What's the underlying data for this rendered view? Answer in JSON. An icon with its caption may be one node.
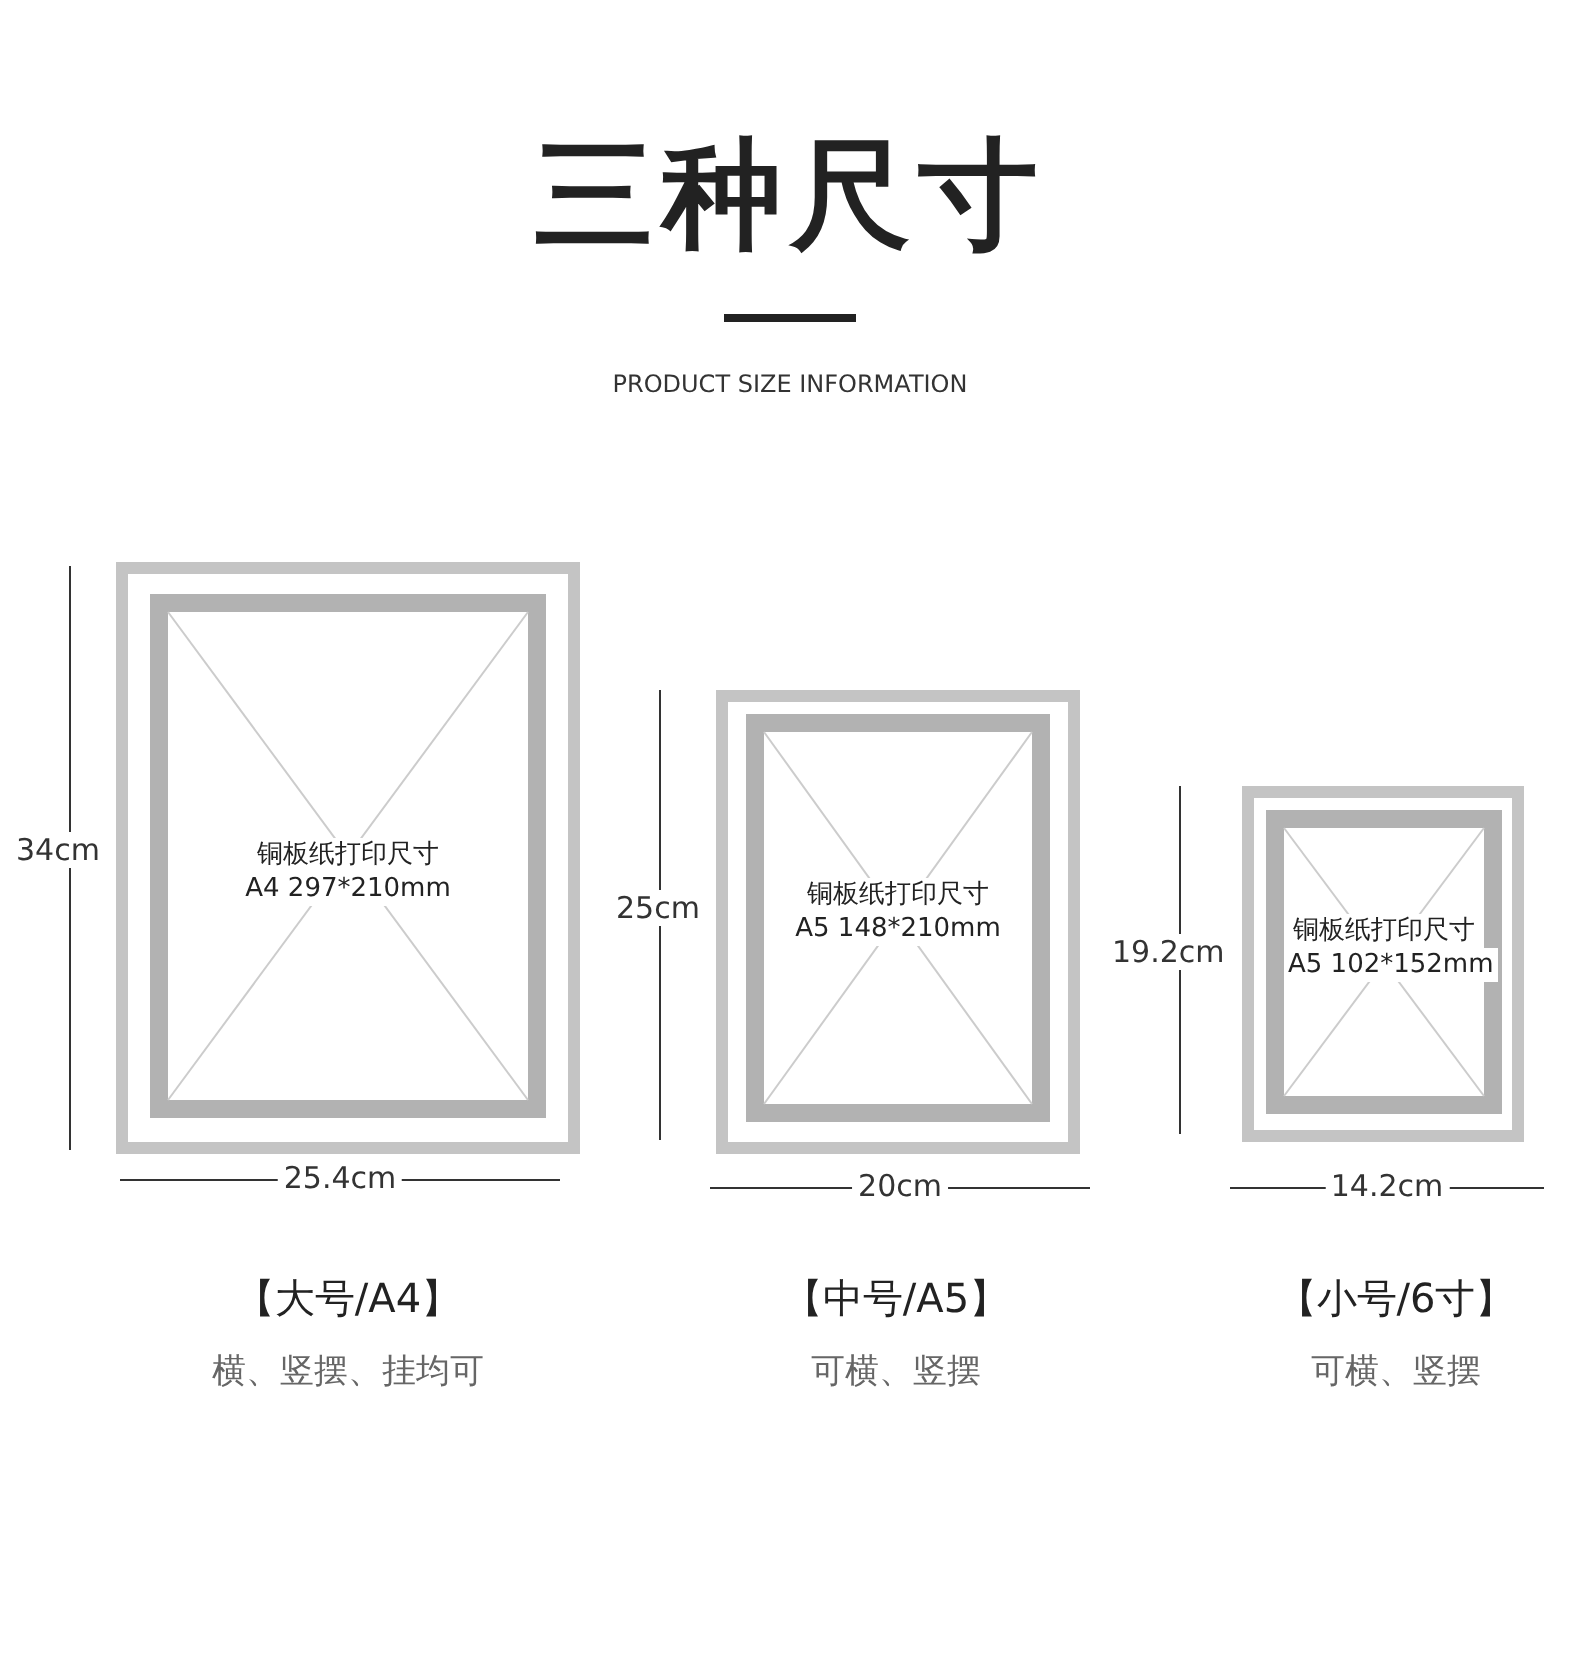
{
  "diagram": {
    "title": "三种尺寸",
    "nodes": [
      {
        "text": [
          "铜板纸打印尺寸",
          "A4 297*210mm"
        ],
        "beside": [
          "【大号/A4】",
          "横、竖摆、挂均可"
        ]
      },
      {
        "text": [
          "铜板纸打印尺寸",
          "A5 148*210mm"
        ],
        "beside": [
          "【中号/A5】",
          "可横、竖摆"
        ]
      },
      {
        "text": [
          "铜板纸打印尺寸",
          "A5 102*152mm"
        ],
        "beside": [
          "【小号/6寸】",
          "可横、竖摆"
        ]
      }
    ],
    "edges": [],
    "labels": [
      "PRODUCT SIZE INFORMATION",
      "34cm",
      "25.4cm",
      "25cm",
      "20cm",
      "19.2cm",
      "14.2cm"
    ]
  }
}
